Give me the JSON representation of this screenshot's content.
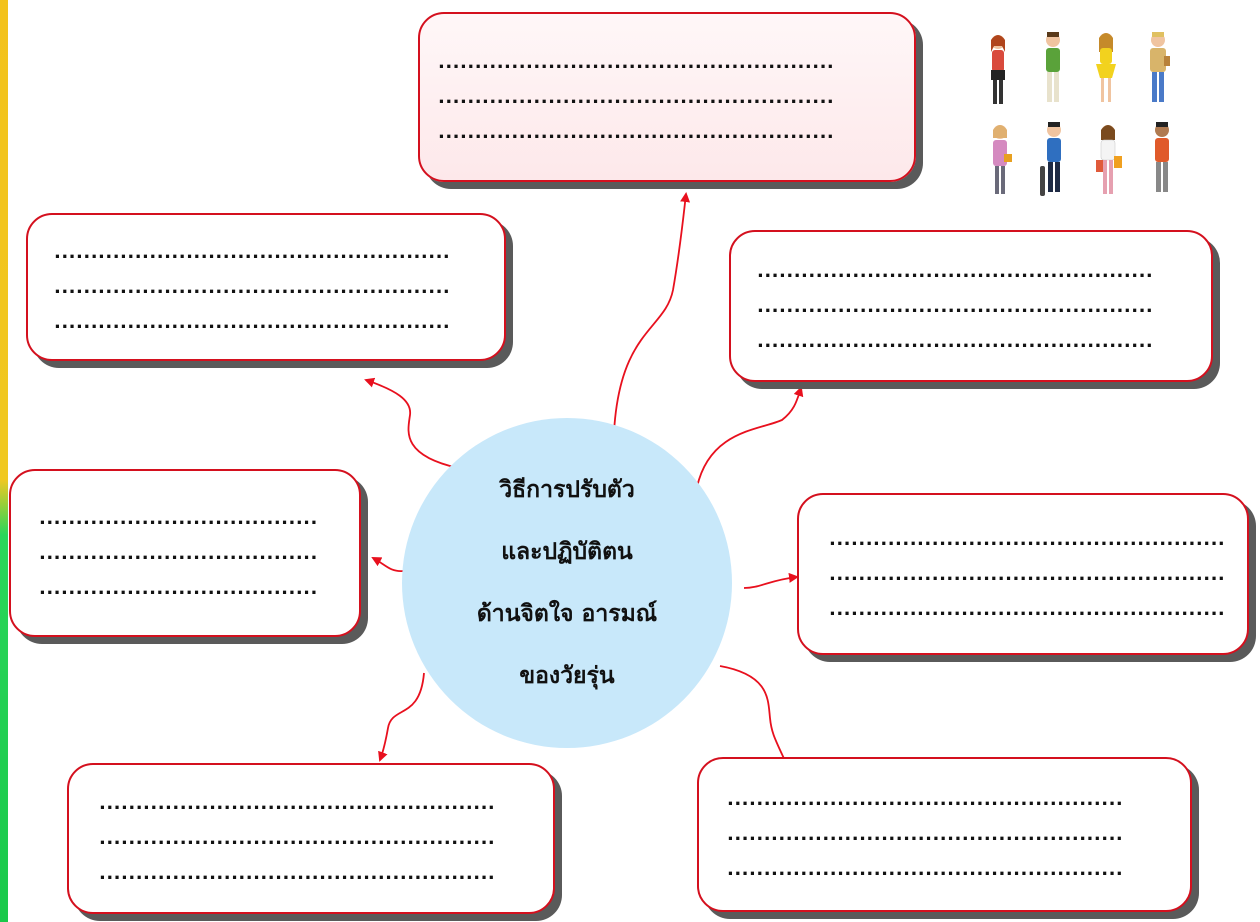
{
  "center": {
    "lines": [
      "วิธีการปรับตัว",
      "และปฏิบัติตน",
      "ด้านจิตใจ  อารมณ์",
      "ของวัยรุ่น"
    ]
  },
  "boxes": [
    {
      "lines": [
        "......................................................",
        "......................................................",
        "......................................................"
      ]
    },
    {
      "lines": [
        "......................................................",
        "......................................................",
        "......................................................"
      ]
    },
    {
      "lines": [
        "......................................................",
        "......................................................",
        "......................................................"
      ]
    },
    {
      "lines": [
        "......................................",
        "......................................",
        "......................................"
      ]
    },
    {
      "lines": [
        "......................................................",
        "......................................................",
        "......................................................"
      ]
    },
    {
      "lines": [
        "......................................................",
        "......................................................",
        "......................................................"
      ]
    },
    {
      "lines": [
        "......................................................",
        "......................................................",
        "......................................................"
      ]
    }
  ],
  "colors": {
    "border": "#d4101e",
    "arrow": "#e8101e",
    "circle": "#c8e8fa",
    "shadow": "#5a5a5a"
  },
  "illustration": {
    "icon": "teenagers-group-icon"
  }
}
